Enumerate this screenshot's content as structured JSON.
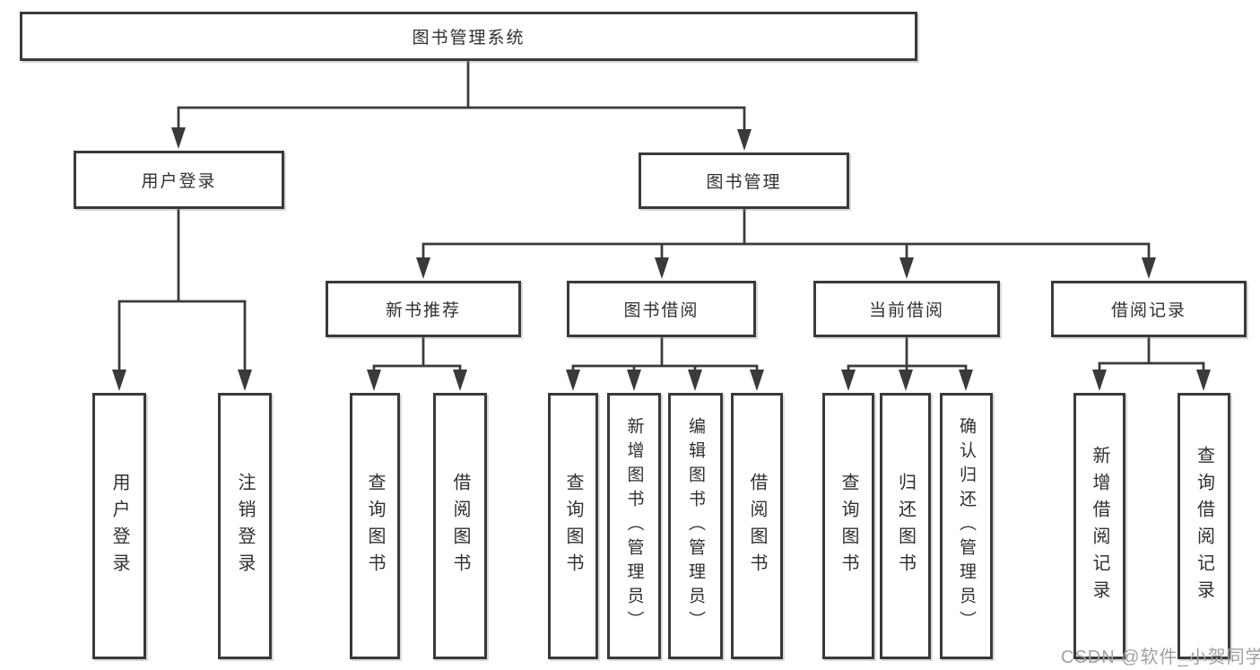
{
  "colors": {
    "line": "#3a3a3a",
    "box_border": "#3a3a3a",
    "box_background": "#ffffff",
    "text": "#303030",
    "watermark_text": "#a5a0a0",
    "page_background": "#ffffff"
  },
  "tree": {
    "label": "图书管理系统",
    "children": [
      {
        "label": "用户登录",
        "children": [
          {
            "label": "用户登录"
          },
          {
            "label": "注销登录"
          }
        ]
      },
      {
        "label": "图书管理",
        "children": [
          {
            "label": "新书推荐",
            "children": [
              {
                "label": "查询图书"
              },
              {
                "label": "借阅图书"
              }
            ]
          },
          {
            "label": "图书借阅",
            "children": [
              {
                "label": "查询图书"
              },
              {
                "label": "新增图书（管理员）"
              },
              {
                "label": "编辑图书（管理员）"
              },
              {
                "label": "借阅图书"
              }
            ]
          },
          {
            "label": "当前借阅",
            "children": [
              {
                "label": "查询图书"
              },
              {
                "label": "归还图书"
              },
              {
                "label": "确认归还（管理员）"
              }
            ]
          },
          {
            "label": "借阅记录",
            "children": [
              {
                "label": "新增借阅记录"
              },
              {
                "label": "查询借阅记录"
              }
            ]
          }
        ]
      }
    ]
  },
  "watermark": {
    "text": "CSDN @软件_小贺同学"
  }
}
